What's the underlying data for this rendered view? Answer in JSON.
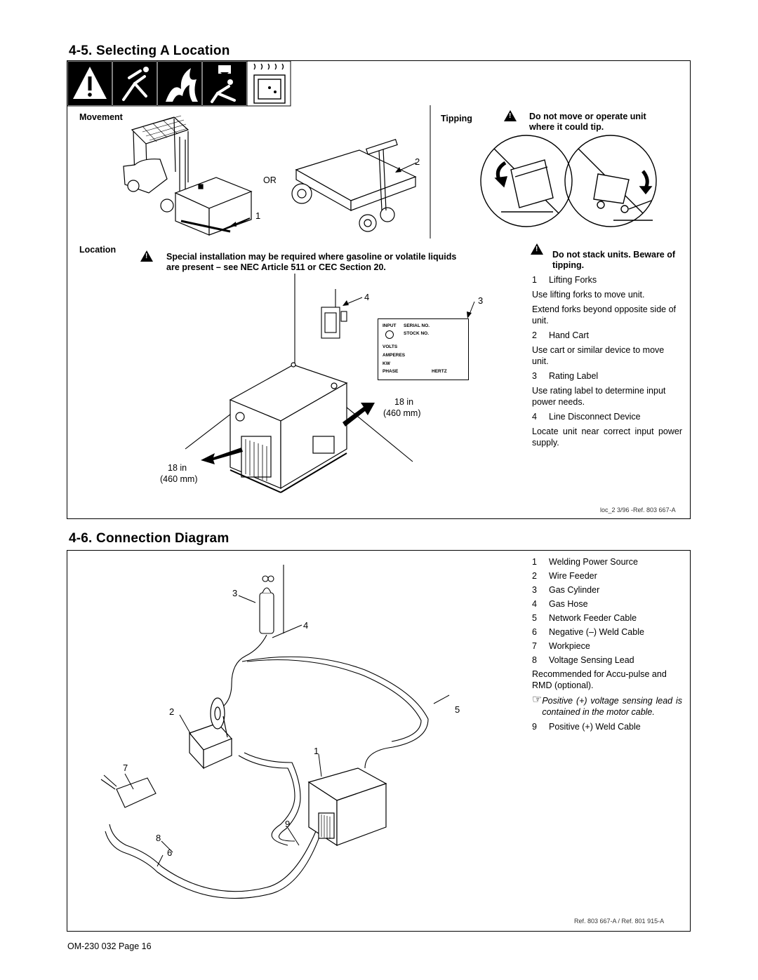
{
  "section1": {
    "title": "4-5.   Selecting A Location",
    "movement_label": "Movement",
    "or_label": "OR",
    "tipping_label": "Tipping",
    "tipping_warning": "Do not move or operate unit where it could tip.",
    "location_label": "Location",
    "location_warning": "Special installation may be required where gasoline or volatile liquids are present – see NEC Article 511 or CEC Section 20.",
    "stack_warning": "Do not stack units. Beware of tipping.",
    "callouts": [
      "1",
      "2",
      "3",
      "4"
    ],
    "clearance_right": [
      "18 in",
      "(460 mm)"
    ],
    "clearance_left": [
      "18 in",
      "(460 mm)"
    ],
    "rating_label": {
      "input": "INPUT",
      "serial": "SERIAL NO.",
      "stock": "STOCK NO.",
      "volts": "VOLTS",
      "amperes": "AMPERES",
      "kw": "KW",
      "phase": "PHASE",
      "hertz": "HERTZ"
    },
    "legend": [
      {
        "num": "1",
        "title": "Lifting Forks",
        "text": "Use lifting forks to move unit."
      },
      {
        "num": "",
        "title": "",
        "text": "Extend forks beyond opposite side of unit."
      },
      {
        "num": "2",
        "title": "Hand Cart",
        "text": "Use cart or similar device to move unit."
      },
      {
        "num": "3",
        "title": "Rating Label",
        "text": "Use rating label to determine input power needs."
      },
      {
        "num": "4",
        "title": "Line Disconnect Device",
        "text": "Locate unit near correct input power supply."
      }
    ],
    "ref": "loc_2 3/96 -Ref. 803 667-A"
  },
  "section2": {
    "title": "4-6.   Connection Diagram",
    "callouts": [
      "1",
      "2",
      "3",
      "4",
      "5",
      "6",
      "7",
      "8",
      "9"
    ],
    "legend": [
      {
        "num": "1",
        "label": "Welding Power Source"
      },
      {
        "num": "2",
        "label": "Wire Feeder"
      },
      {
        "num": "3",
        "label": "Gas Cylinder"
      },
      {
        "num": "4",
        "label": "Gas Hose"
      },
      {
        "num": "5",
        "label": "Network Feeder Cable"
      },
      {
        "num": "6",
        "label": "Negative (–) Weld Cable"
      },
      {
        "num": "7",
        "label": "Workpiece"
      },
      {
        "num": "8",
        "label": "Voltage Sensing Lead"
      }
    ],
    "recommended": "Recommended for Accu-pulse and RMD (optional).",
    "note_icon": "☞",
    "note": "Positive (+) voltage sensing lead is contained in the motor cable.",
    "legend9": {
      "num": "9",
      "label": "Positive (+) Weld Cable"
    },
    "ref": "Ref. 803 667-A / Ref. 801 915-A"
  },
  "footer": "OM-230 032 Page 16"
}
